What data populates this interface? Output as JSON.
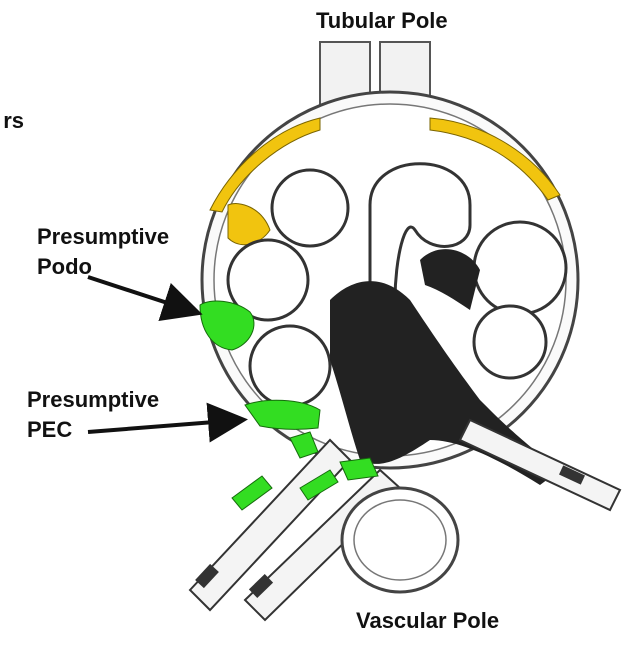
{
  "labels": {
    "tubular_pole": "Tubular Pole",
    "partial_label": "rs",
    "presumptive_podo_line1": "Presumptive",
    "presumptive_podo_line2": "Podo",
    "presumptive_pec_line1": "Presumptive",
    "presumptive_pec_line2": "PEC",
    "vascular_pole": "Vascular Pole"
  },
  "colors": {
    "parietal_cells": "#f1c40f",
    "presumptive_cells": "#33dd22",
    "capillary_mesangium": "#222222",
    "outline": "#555555"
  }
}
